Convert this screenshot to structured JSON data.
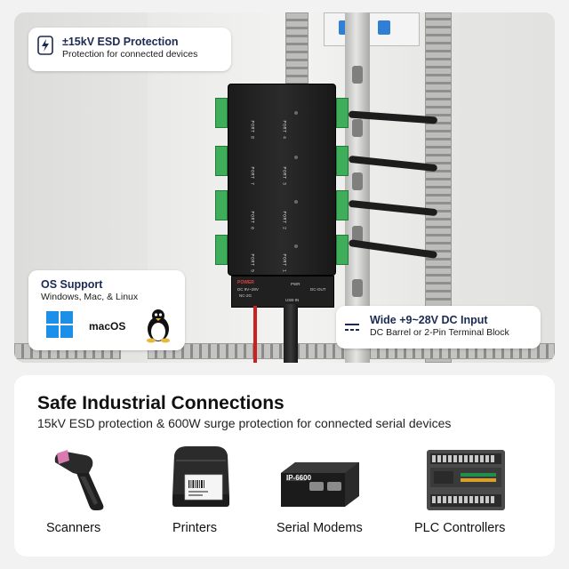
{
  "callouts": {
    "esd": {
      "title": "±15kV ESD Protection",
      "subtitle": "Protection for connected devices",
      "icon": "lightning-shield-icon"
    },
    "os": {
      "title": "OS Support",
      "subtitle": "Windows, Mac, & Linux",
      "mac_label": "macOS",
      "icons": [
        "windows-icon",
        "linux-tux-icon"
      ]
    },
    "dc": {
      "title": "Wide +9~28V DC Input",
      "subtitle": "DC Barrel or 2-Pin Terminal Block",
      "icon": "dc-symbol-icon"
    }
  },
  "device": {
    "ports": [
      "PORT 1",
      "PORT 2",
      "PORT 3",
      "PORT 4",
      "PORT 5",
      "PORT 6",
      "PORT 7",
      "PORT 8"
    ],
    "power_label": "POWER",
    "power_spec": "DC 9V~28V",
    "power_pins": "NC-2G",
    "pwr_label": "PWR",
    "usb_label": "USB-IN",
    "dc_out_label": "DC-OUT"
  },
  "section": {
    "headline": "Safe Industrial Connections",
    "subline": "15kV ESD protection & 600W surge protection for connected serial devices"
  },
  "devices": [
    {
      "label": "Scanners",
      "icon": "barcode-scanner-icon"
    },
    {
      "label": "Printers",
      "icon": "label-printer-icon"
    },
    {
      "label": "Serial Modems",
      "icon": "serial-modem-icon",
      "badge": "IP-6600"
    },
    {
      "label": "PLC Controllers",
      "icon": "plc-controller-icon"
    }
  ],
  "colors": {
    "callout_title": "#1b2a52",
    "terminal_green": "#3fae5a",
    "windows_blue": "#1c8fe8",
    "power_red": "#e04040"
  }
}
